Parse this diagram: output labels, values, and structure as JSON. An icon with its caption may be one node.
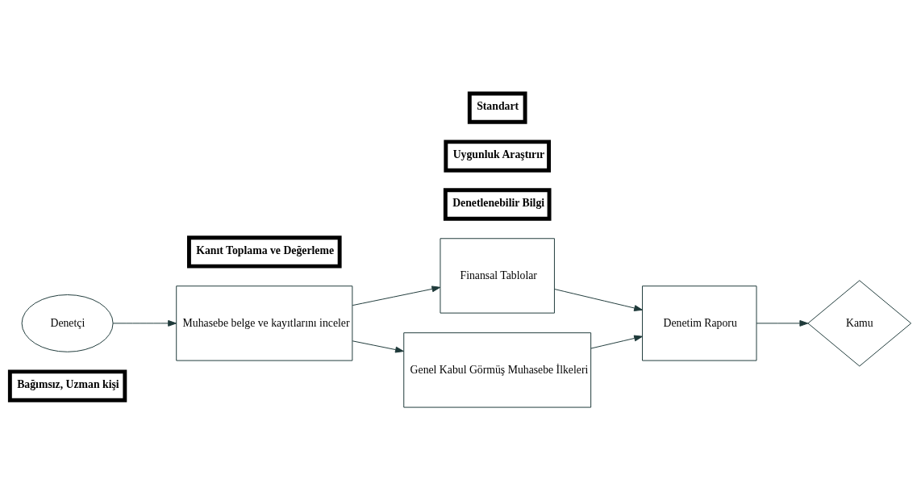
{
  "diagram": {
    "nodes": [
      {
        "text": [
          "Bağımsız, Uzman kişi"
        ]
      },
      {
        "text": [
          "Denetçi"
        ]
      },
      {
        "text": [
          "Kanıt Toplama ve Değerleme"
        ]
      },
      {
        "text": [
          "Muhasebe belge ve kayıtlarını inceler"
        ]
      },
      {
        "text": [
          "Denetlenebilir Bilgi"
        ]
      },
      {
        "text": [
          "Finansal Tablolar"
        ]
      },
      {
        "text": [
          "Uygunluk Araştırır"
        ]
      },
      {
        "text": [
          "Standart"
        ]
      },
      {
        "text": [
          "Genel Kabul Görmüş Muhasebe İlkeleri"
        ]
      },
      {
        "text": [
          "Denetim Raporu"
        ]
      },
      {
        "text": [
          "Kamu"
        ]
      }
    ],
    "edges": [
      {
        "from": 1,
        "to": 3,
        "arrow": "to"
      },
      {
        "from": 3,
        "to": 5,
        "arrow": "to"
      },
      {
        "from": 3,
        "to": 8,
        "arrow": "to"
      },
      {
        "from": 5,
        "to": 9,
        "arrow": "to"
      },
      {
        "from": 8,
        "to": 9,
        "arrow": "to"
      },
      {
        "from": 9,
        "to": 10,
        "arrow": "to"
      }
    ]
  }
}
